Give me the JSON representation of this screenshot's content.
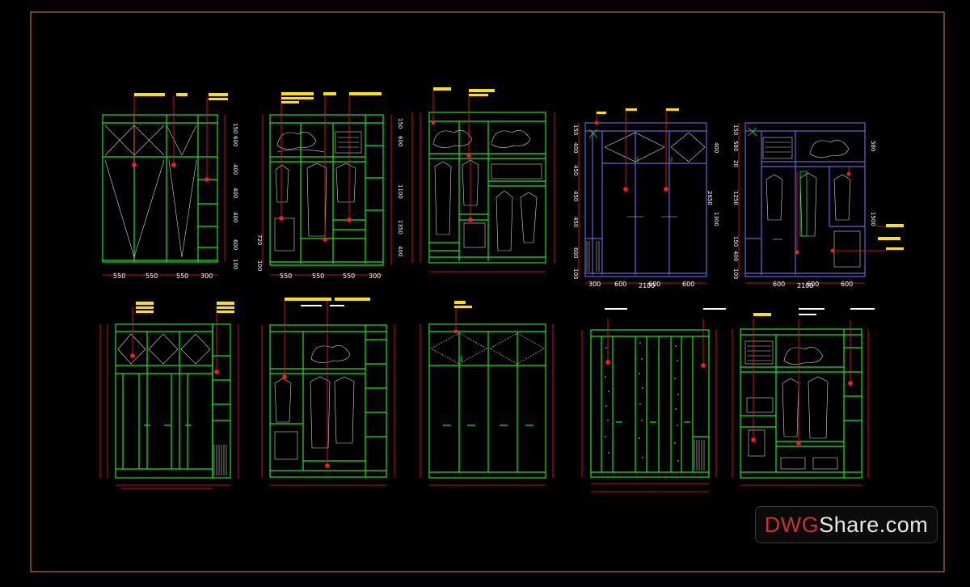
{
  "colors": {
    "background": "#000000",
    "frame": "#c06a2a",
    "cabinet": "#19e619",
    "cabinet_blue": "#5c66d8",
    "dimension_red": "#ff1a1a",
    "label_yellow": "#ffe100",
    "text_white": "#ffffff"
  },
  "watermark": {
    "part1": "DWG",
    "part2": "Share.com"
  },
  "drawings": [
    {
      "id": "elevation-1",
      "bottom_dims": [
        "550",
        "550",
        "550",
        "300"
      ],
      "side_dims": [
        "150",
        "600",
        "400",
        "400",
        "400",
        "600",
        "100"
      ]
    },
    {
      "id": "elevation-2",
      "bottom_dims": [
        "550",
        "550",
        "550",
        "300"
      ],
      "side_dims": [
        "150",
        "600",
        "1100",
        "1350",
        "720",
        "400",
        "100"
      ]
    },
    {
      "id": "elevation-3",
      "bottom_dims": [],
      "side_dims": []
    },
    {
      "id": "elevation-4",
      "bottom_dims": [
        "300",
        "600",
        "600",
        "600"
      ],
      "total_width": "2100",
      "side_dims": [
        "150",
        "400",
        "450",
        "450",
        "600",
        "100"
      ],
      "right_dims": [
        "400",
        "1300",
        "2650"
      ]
    },
    {
      "id": "elevation-5",
      "bottom_dims": [
        "600",
        "600",
        "600"
      ],
      "total_width": "2100",
      "side_dims": [
        "150",
        "580",
        "20",
        "1250",
        "150",
        "400",
        "100"
      ],
      "right_dims": [
        "580",
        "1500"
      ]
    },
    {
      "id": "elevation-6",
      "bottom_dims": []
    },
    {
      "id": "elevation-7",
      "bottom_dims": []
    },
    {
      "id": "elevation-8",
      "bottom_dims": []
    },
    {
      "id": "elevation-9",
      "bottom_dims": []
    },
    {
      "id": "elevation-10",
      "bottom_dims": []
    }
  ]
}
